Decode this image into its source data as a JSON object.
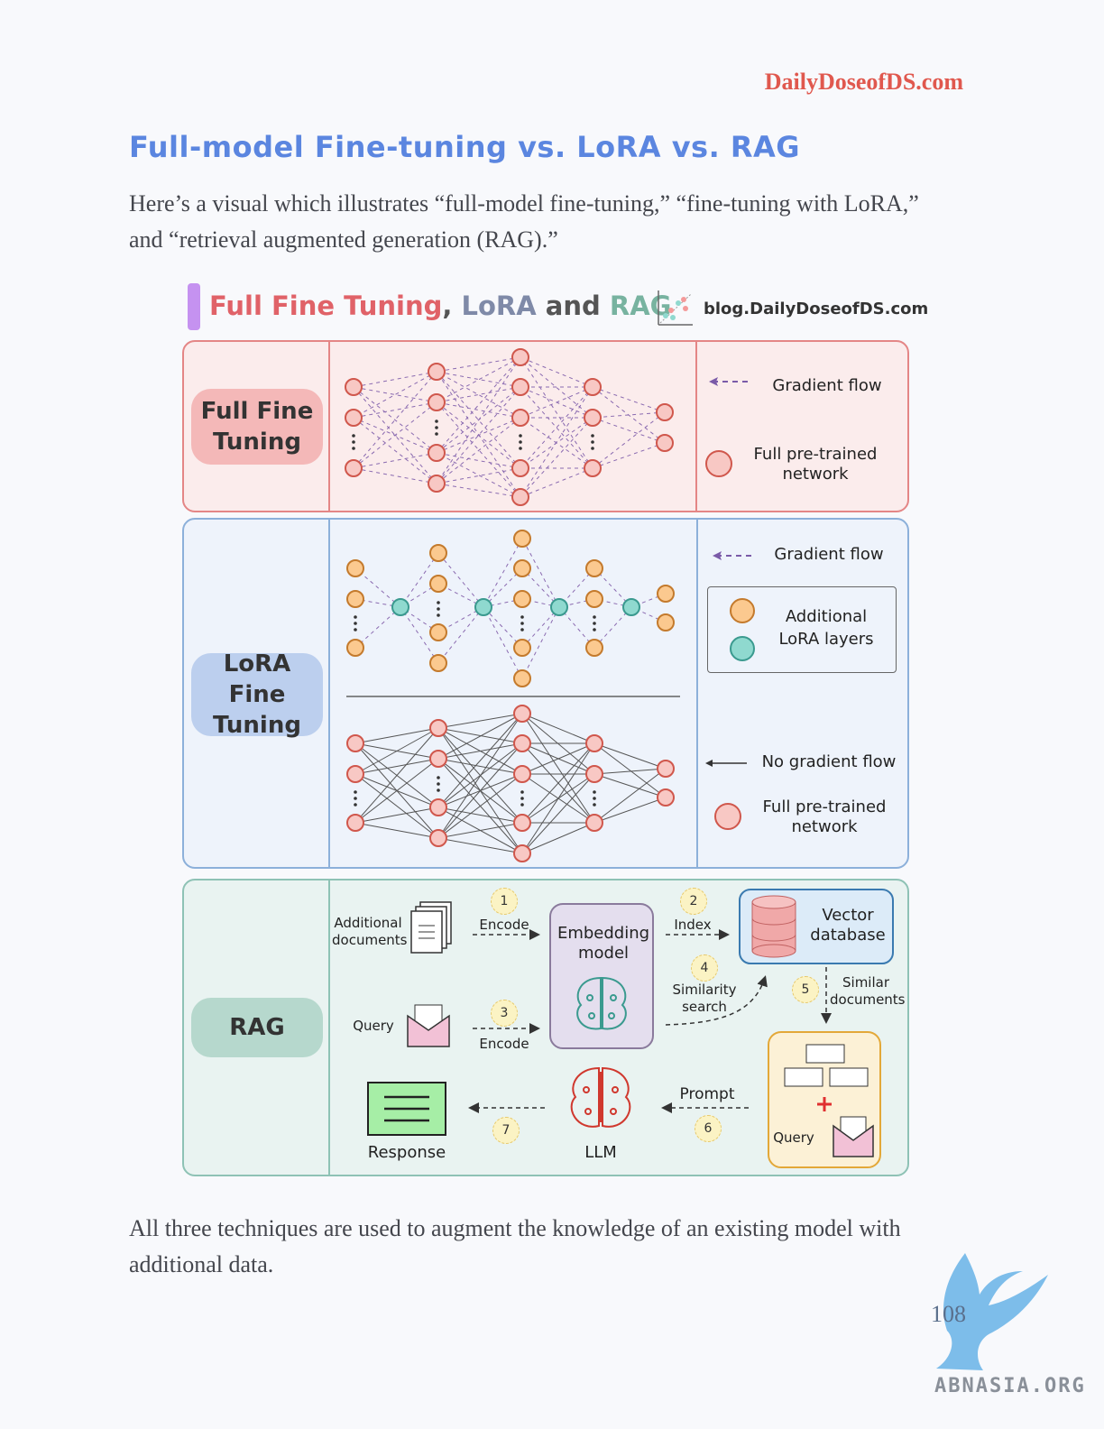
{
  "page": {
    "site": "DailyDoseofDS.com",
    "title": "Full-model Fine-tuning vs. LoRA vs. RAG",
    "intro": "Here’s a visual which illustrates “full-model fine-tuning,” “fine-tuning with LoRA,” and “retrieval augmented generation (RAG).”",
    "outro": "All three techniques are used to augment the knowledge of an existing model with additional data.",
    "page_number": "108",
    "watermark": "ABNASIA.ORG"
  },
  "figure": {
    "heading_part1": "Full Fine Tuning",
    "heading_sep1": ", ",
    "heading_part2": "LoRA",
    "heading_sep2": " and ",
    "heading_part3": "RAG",
    "blog": "blog.DailyDoseofDS.com",
    "full": {
      "label": "Full Fine Tuning",
      "legend_gradient": "Gradient flow",
      "legend_network": "Full pre-trained network"
    },
    "lora": {
      "label": "LoRA Fine Tuning",
      "legend_gradient": "Gradient flow",
      "legend_lora": "Additional LoRA layers",
      "legend_no_gradient": "No gradient flow",
      "legend_network": "Full pre-trained network"
    },
    "rag": {
      "label": "RAG",
      "additional_documents": "Additional documents",
      "encode": "Encode",
      "embedding_model": "Embedding model",
      "index": "Index",
      "vector_database": "Vector database",
      "similarity_search": "Similarity search",
      "similar_documents": "Similar documents",
      "query": "Query",
      "encode2": "Encode",
      "prompt": "Prompt",
      "llm": "LLM",
      "response": "Response",
      "query2": "Query",
      "steps": [
        "1",
        "2",
        "3",
        "4",
        "5",
        "6",
        "7"
      ]
    }
  },
  "colors": {
    "title": "#5b86e0",
    "site": "#e0584e",
    "full_node": "#f8c8c4",
    "lora_node": "#fbc98f",
    "lora_adapter": "#8fd9cf"
  }
}
